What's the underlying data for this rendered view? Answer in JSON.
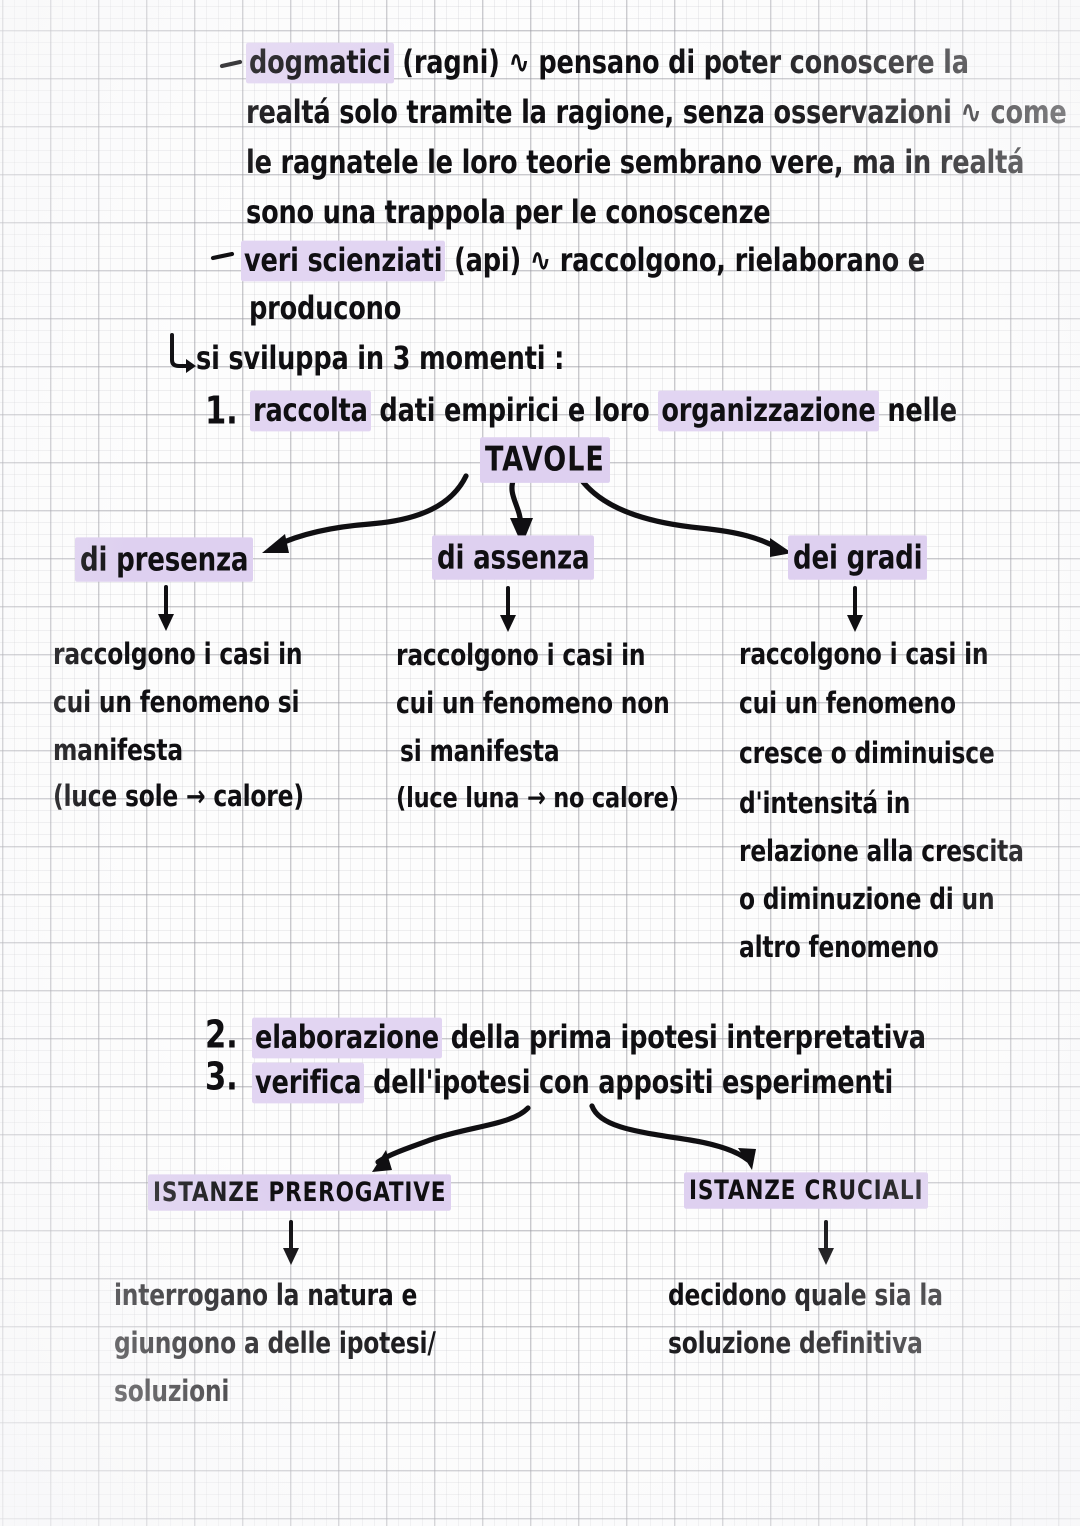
{
  "page": {
    "kind": "handwritten-notes",
    "language": "it",
    "paper": "graph-paper",
    "highlight_color": "#e2d5f2",
    "ink_color": "#100f12",
    "grid_color": "#96969e"
  },
  "intro": {
    "bullet1": {
      "dash": "-",
      "highlighted_term": "dogmatici",
      "lines": [
        " (ragni) ∿ pensano di poter conoscere la",
        "realtá solo tramite la ragione, senza osservazioni ∿ come",
        "le ragnatele le loro teorie sembrano vere, ma in realtá",
        "sono una trappola per  le conoscenze"
      ]
    },
    "bullet2": {
      "dash": "-",
      "highlighted_term": "veri scienziati",
      "lines": [
        " (api) ∿ raccolgono, rielaborano e",
        "producono"
      ]
    },
    "arrow_note": {
      "glyph": "↳",
      "text": "si sviluppa in 3 momenti :"
    }
  },
  "step1": {
    "number": "1.",
    "highlight_a": "raccolta",
    "mid_a": " dati empirici e  loro ",
    "highlight_b": "organizzazione",
    "tail": " nelle",
    "tables_title": "TAVOLE"
  },
  "tables": [
    {
      "label": "di presenza",
      "lines": [
        "raccolgono i casi in",
        "cui un fenomeno si",
        "manifesta",
        "(luce sole → calore)"
      ]
    },
    {
      "label": "di assenza",
      "lines": [
        "raccolgono i casi in",
        "cui un fenomeno non",
        "si manifesta",
        "(luce luna → no calore)"
      ]
    },
    {
      "label": "dei gradi",
      "lines": [
        "raccolgono i casi in",
        "cui un fenomeno",
        "cresce o diminuisce",
        "d'intensitá in",
        "relazione alla crescita",
        "o diminuzione di un",
        "altro  fenomeno"
      ]
    }
  ],
  "step2": {
    "number": "2.",
    "highlight": "elaborazione",
    "tail": " della prima ipotesi interpretativa"
  },
  "step3": {
    "number": "3.",
    "highlight": "verifica",
    "tail": " dell'ipotesi con appositi esperimenti"
  },
  "instances": [
    {
      "label": "ISTANZE PREROGATIVE",
      "lines": [
        "interrogano la natura e",
        "giungono a delle ipotesi/",
        "soluzioni"
      ]
    },
    {
      "label": "ISTANZE CRUCIALI",
      "lines": [
        "decidono quale sia la",
        "soluzione definitiva"
      ]
    }
  ]
}
